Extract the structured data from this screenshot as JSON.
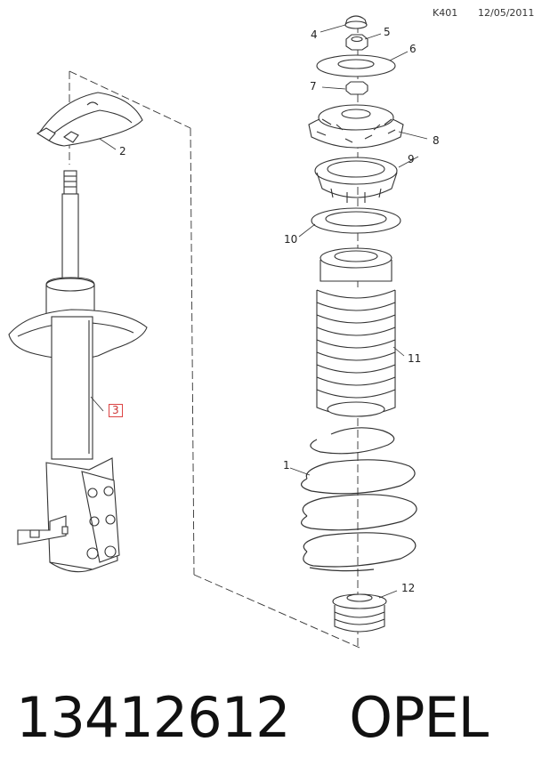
{
  "header": {
    "code": "K401",
    "date": "12/05/2011"
  },
  "callouts": [
    {
      "id": "1",
      "label": "1"
    },
    {
      "id": "2",
      "label": "2"
    },
    {
      "id": "3",
      "label": "3"
    },
    {
      "id": "4",
      "label": "4"
    },
    {
      "id": "5",
      "label": "5"
    },
    {
      "id": "6",
      "label": "6"
    },
    {
      "id": "7",
      "label": "7"
    },
    {
      "id": "8",
      "label": "8"
    },
    {
      "id": "9",
      "label": "9"
    },
    {
      "id": "10",
      "label": "10"
    },
    {
      "id": "11",
      "label": "11"
    },
    {
      "id": "12",
      "label": "12"
    }
  ],
  "footer": {
    "part_number": "13412612",
    "brand": "OPEL"
  }
}
